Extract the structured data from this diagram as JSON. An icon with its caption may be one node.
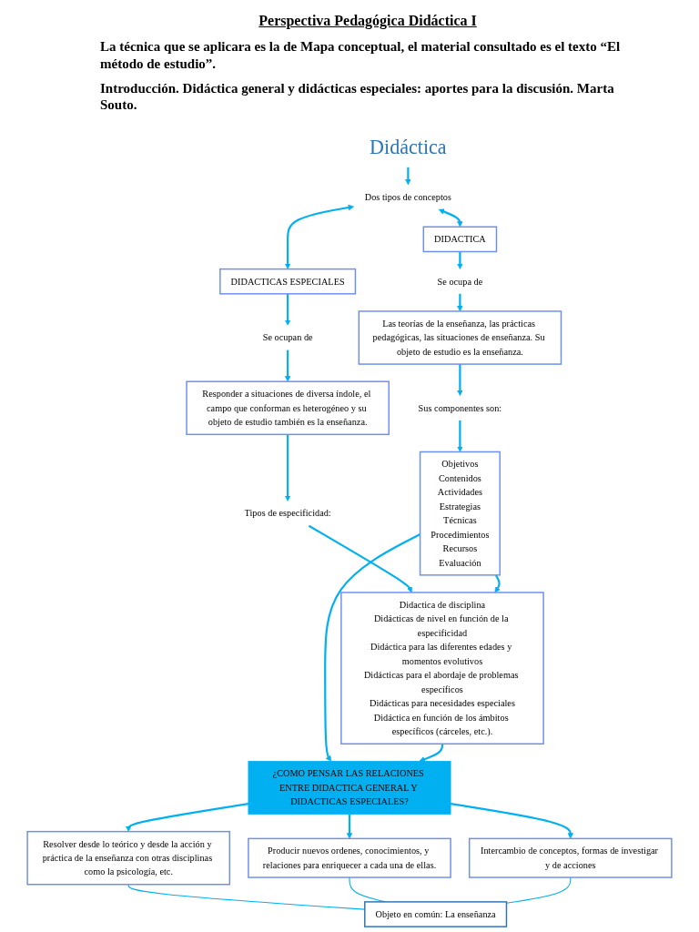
{
  "diagram": {
    "title": "Perspectiva Pedagógica Didáctica I",
    "nodes": [
      {
        "text": [
          "Didáctica"
        ]
      },
      {
        "text": [
          "Dos tipos de conceptos"
        ]
      },
      {
        "text": [
          "DIDACTICA"
        ]
      },
      {
        "text": [
          "DIDACTICAS ESPECIALES"
        ]
      },
      {
        "text": [
          "Se ocupa de"
        ]
      },
      {
        "text": [
          "Se ocupan de"
        ]
      },
      {
        "text": [
          "Las teorías de la enseñanza, las prácticas pedagógicas, las situaciones de enseñanza. Su objeto de estudio es la enseñanza."
        ]
      },
      {
        "text": [
          "Responder a situaciones de diversa índole, el campo que conforman es heterogéneo y su objeto de estudio también es la enseñanza."
        ]
      },
      {
        "text": [
          "Sus componentes son:"
        ]
      },
      {
        "text": [
          "Tipos de especificidad:"
        ]
      },
      {
        "text": [
          "Objetivos",
          "Contenidos",
          "Actividades",
          "Estrategias",
          "Técnicas",
          "Procedimientos",
          "Recursos",
          "Evaluación"
        ]
      },
      {
        "text": [
          "Didactica de disciplina",
          "Didácticas de nivel en función de la especificidad",
          "Didáctica para las diferentes edades y momentos evolutivos",
          "Didácticas para el abordaje de problemas específicos",
          "Didácticas para necesidades especiales",
          "Didáctica en función de los ámbitos específicos (cárceles, etc.)."
        ]
      },
      {
        "text": [
          "¿COMO PENSAR LAS RELACIONES ENTRE DIDACTICA GENERAL Y DIDACTICAS ESPECIALES?"
        ]
      },
      {
        "text": [
          "Resolver desde lo teórico y desde la acción y práctica de la enseñanza con otras disciplinas como la psicología, etc."
        ]
      },
      {
        "text": [
          "Producir nuevos ordenes, conocimientos, y relaciones para enriquecer a cada una de ellas."
        ]
      },
      {
        "text": [
          "Intercambio de conceptos, formas de investigar y de acciones"
        ]
      },
      {
        "text": [
          "Objeto en común: La enseñanza"
        ]
      }
    ],
    "edges": [
      {
        "from": 0,
        "to": 1,
        "arrow": "to"
      },
      {
        "from": 1,
        "to": 3,
        "arrow": "both"
      },
      {
        "from": 3,
        "to": 5,
        "arrow": "to"
      },
      {
        "from": 5,
        "to": 7,
        "arrow": "to"
      },
      {
        "from": 7,
        "to": 9,
        "arrow": "to"
      },
      {
        "from": 9,
        "to": 11,
        "arrow": "to"
      },
      {
        "from": 1,
        "to": 2,
        "arrow": "both"
      },
      {
        "from": 2,
        "to": 4,
        "arrow": "to"
      },
      {
        "from": 4,
        "to": 6,
        "arrow": "to"
      },
      {
        "from": 6,
        "to": 8,
        "arrow": "to"
      },
      {
        "from": 8,
        "to": 10,
        "arrow": "to"
      },
      {
        "from": 10,
        "to": 12,
        "arrow": "to"
      },
      {
        "from": 10,
        "to": 11,
        "arrow": "to"
      },
      {
        "from": 11,
        "to": 12,
        "arrow": "to"
      },
      {
        "from": 12,
        "to": 13,
        "arrow": "to"
      },
      {
        "from": 12,
        "to": 14,
        "arrow": "to"
      },
      {
        "from": 12,
        "to": 15,
        "arrow": "to"
      },
      {
        "from": 13,
        "to": 16,
        "arrow": "none"
      },
      {
        "from": 14,
        "to": 16,
        "arrow": "none"
      },
      {
        "from": 15,
        "to": 16,
        "arrow": "none"
      }
    ],
    "labels": [
      "La técnica que se aplicara es la de Mapa conceptual, el material consultado es el texto “El método de estudio”.",
      "Introducción. Didáctica general y didácticas especiales: aportes para la discusión. Marta Souto."
    ]
  }
}
